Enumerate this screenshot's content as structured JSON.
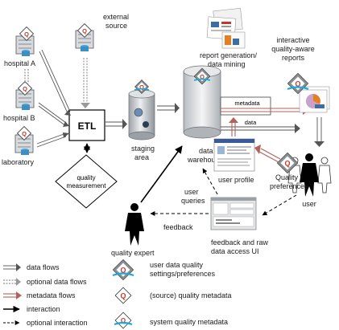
{
  "nodes": {
    "hospital_a": "hospital A",
    "hospital_b": "hospital B",
    "laboratory": "laboratory",
    "external_source": [
      "external",
      "source"
    ],
    "etl": "ETL",
    "quality_measurement": [
      "quality",
      "measurement"
    ],
    "staging_area": [
      "staging",
      "area"
    ],
    "data_warehouse": [
      "data",
      "warehouse"
    ],
    "metadata_band": "metadata",
    "data_band": "data",
    "report_generation": [
      "report generation/",
      "data mining"
    ],
    "reports": [
      "interactive",
      "quality-aware",
      "reports"
    ],
    "user": "user",
    "quality_preferences": [
      "Quality",
      "preferences"
    ],
    "user_profile": "user profile",
    "user_queries": [
      "user",
      "queries"
    ],
    "feedback": "feedback",
    "feedback_ui": [
      "feedback and raw",
      "data access UI"
    ],
    "quality_expert": "quality expert"
  },
  "legend": {
    "data_flows": "data flows",
    "optional_data_flows": "optional data flows",
    "metadata_flows": "metadata flows",
    "interaction": "interaction",
    "optional_interaction": "optional interaction",
    "user_settings": [
      "user data quality",
      "settings/preferences"
    ],
    "source_metadata": "(source) quality metadata",
    "system_metadata": "system quality metadata"
  },
  "icon_letter": "Q",
  "colors": {
    "metadata_flow": "#b5615b",
    "diamond_fill": "#8a8f92",
    "diamond_inner": "#ffffff",
    "accent_blue": "#1da7dc",
    "q_red": "#c0392b",
    "cylinder": "#c9ccd0"
  }
}
